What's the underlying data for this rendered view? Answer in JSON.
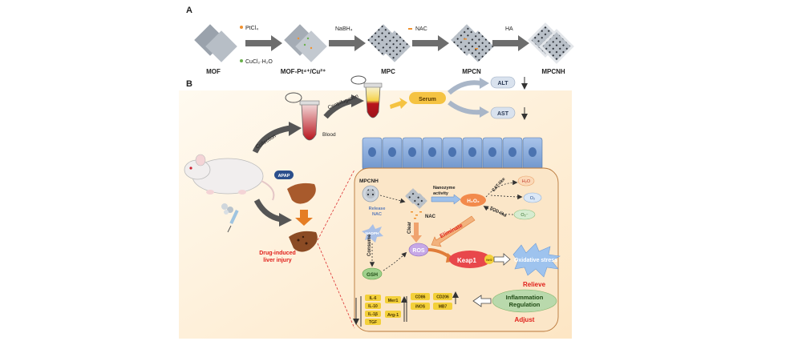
{
  "panel_a": {
    "label": "A",
    "stages": [
      "MOF",
      "MOF-Pt⁴⁺/Cu²⁺",
      "MPC",
      "MPCN",
      "MPCNH"
    ],
    "reagent_1a": "PtCl₄",
    "reagent_1b": "CuCl₂·H₂O",
    "reagent_2": "NaBH₄",
    "reagent_3": "NAC",
    "reagent_4": "HA"
  },
  "panel_b": {
    "label": "B",
    "collection": "Collection",
    "blood": "Blood",
    "centrifugation": "Centrifugation",
    "serum": "Serum",
    "alt": "ALT",
    "ast": "AST",
    "apap": "APAP",
    "dili_line1": "Drug-induced",
    "dili_line2": "liver injury",
    "mpcnh": "MPCNH",
    "release_nac_1": "Release",
    "release_nac_2": "NAC",
    "nanozyme_1": "Nanozyme",
    "nanozyme_2": "activity",
    "nac": "NAC",
    "h2o2": "H₂O₂",
    "cat_like": "CAT-like",
    "sod_like": "SOD-like",
    "h2o": "H₂O",
    "o2": "O₂",
    "o2_radical": "O₂⁻",
    "clear": "Clear",
    "eliminate": "Eliminate",
    "nadph": "NADPH",
    "ros": "ROS",
    "consume": "Consume",
    "gsh": "GSH",
    "keap1": "Keap1",
    "nrf2": "Nrf2",
    "oxidative_stress": "Oxidative stress",
    "relieve": "Relieve",
    "cytokines": [
      "IL-6",
      "IL-10",
      "IL-1β",
      "TGF"
    ],
    "mer1": "Mer1",
    "arg1": "Arg-1",
    "markers": [
      "CD86",
      "CD206",
      "iNOS",
      "MB7"
    ],
    "inflammation_1": "Inflammation",
    "inflammation_2": "Regulation",
    "adjust": "Adjust"
  },
  "colors": {
    "arrow_gray": "#7a7a7a",
    "red_text": "#e0201b",
    "serum_yellow": "#f5c342",
    "cell_blue": "#7fa6d8",
    "panel_bg": "#fdf1dc",
    "keap_red": "#e8474b",
    "badge_yellow": "#f3d03a"
  }
}
